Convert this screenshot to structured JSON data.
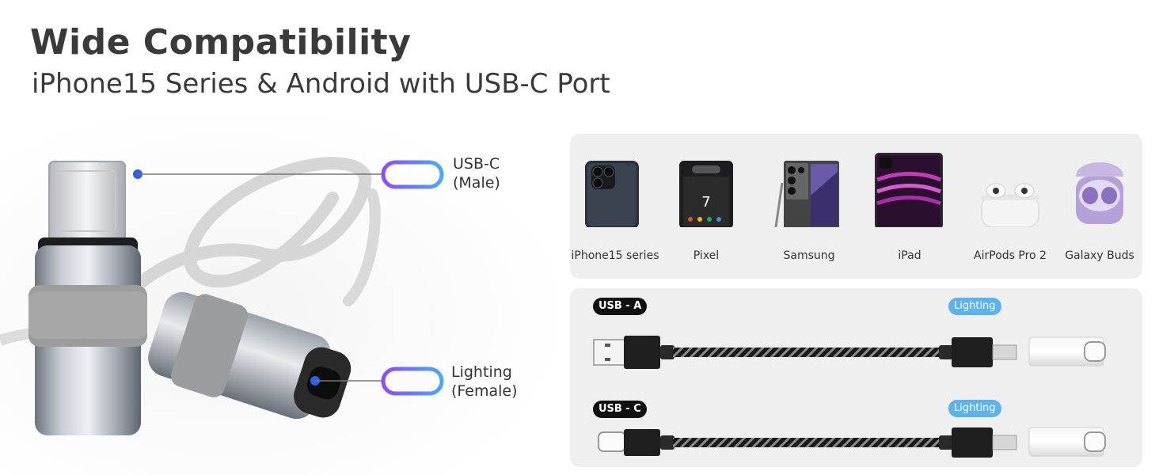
{
  "header": {
    "title": "Wide Compatibility",
    "subtitle": "iPhone15 Series & Android with USB-C Port"
  },
  "callouts": [
    {
      "line1": "USB-C",
      "line2": "(Male)"
    },
    {
      "line1": "Lighting",
      "line2": "(Female)"
    }
  ],
  "devices": [
    {
      "label": "iPhone15 series",
      "icon": "iphone-icon"
    },
    {
      "label": "Pixel",
      "icon": "pixel-phone-icon"
    },
    {
      "label": "Samsung",
      "icon": "samsung-phone-icon"
    },
    {
      "label": "iPad",
      "icon": "ipad-icon"
    },
    {
      "label": "AirPods Pro 2",
      "icon": "airpods-icon"
    },
    {
      "label": "Galaxy Buds",
      "icon": "galaxy-buds-icon"
    }
  ],
  "cables": [
    {
      "start_tag": "USB - A",
      "end_tag": "Lighting"
    },
    {
      "start_tag": "USB - C",
      "end_tag": "Lighting"
    }
  ],
  "colors": {
    "panel": "#efefef",
    "tag_dark": "#111111",
    "tag_blue": "#5bb2ee",
    "accent_dot": "#2f5fe8",
    "callout_gradient_start": "#8a4dff",
    "callout_gradient_end": "#4aa8ff"
  }
}
